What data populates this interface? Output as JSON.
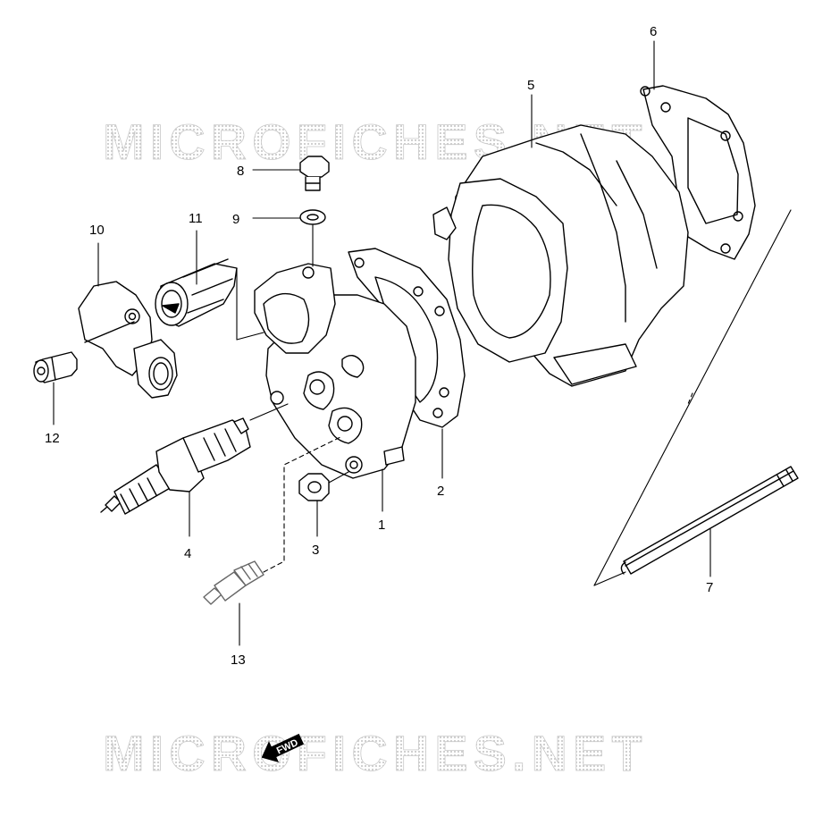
{
  "watermarks": {
    "top": "MICROFICHES.NET",
    "bottom": "MICROFICHES.NET"
  },
  "fwd_arrow": {
    "label": "FWD"
  },
  "parts": [
    {
      "number": "1",
      "semantic": "cylinder-head"
    },
    {
      "number": "2",
      "semantic": "cylinder-head-gasket"
    },
    {
      "number": "3",
      "semantic": "head-nut"
    },
    {
      "number": "4",
      "semantic": "spark-plug"
    },
    {
      "number": "5",
      "semantic": "cylinder"
    },
    {
      "number": "6",
      "semantic": "cylinder-base-gasket"
    },
    {
      "number": "7",
      "semantic": "stud-bolt"
    },
    {
      "number": "8",
      "semantic": "bolt"
    },
    {
      "number": "9",
      "semantic": "washer"
    },
    {
      "number": "10",
      "semantic": "thermostat-cover"
    },
    {
      "number": "11",
      "semantic": "thermostat"
    },
    {
      "number": "12",
      "semantic": "cover-bolt"
    },
    {
      "number": "13",
      "semantic": "temperature-sensor"
    }
  ]
}
